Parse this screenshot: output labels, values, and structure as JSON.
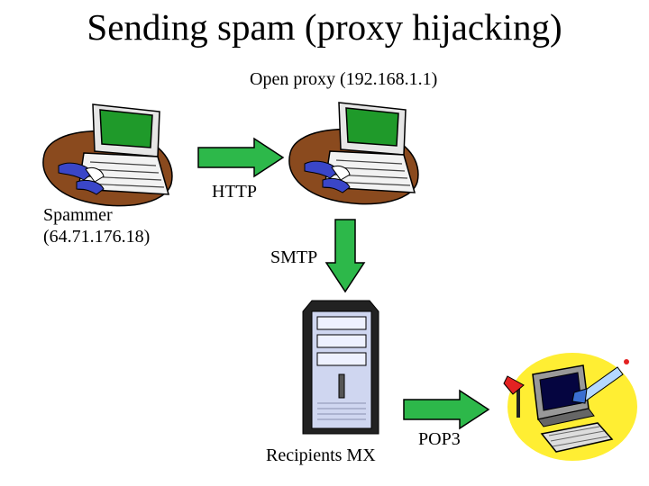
{
  "title": "Sending spam (proxy hijacking)",
  "nodes": {
    "spammer": {
      "name": "Spammer",
      "ip": "(64.71.176.18)",
      "icon": "computer-workstation-icon"
    },
    "proxy": {
      "label": "Open proxy (192.168.1.1)",
      "icon": "computer-workstation-icon"
    },
    "mx": {
      "label": "Recipients MX",
      "icon": "server-tower-icon"
    },
    "recipient": {
      "icon": "mailbox-computer-icon"
    }
  },
  "edges": [
    {
      "from": "spammer",
      "to": "proxy",
      "label": "HTTP"
    },
    {
      "from": "proxy",
      "to": "mx",
      "label": "SMTP"
    },
    {
      "from": "mx",
      "to": "recipient",
      "label": "POP3"
    }
  ],
  "colors": {
    "arrow_fill": "#2db84a",
    "screen": "#1f9a2a",
    "desk": "#8a4a1e",
    "sleeve": "#3a46c8",
    "tower": "#cfd6f0",
    "recipient_bg": "#ffee33"
  }
}
